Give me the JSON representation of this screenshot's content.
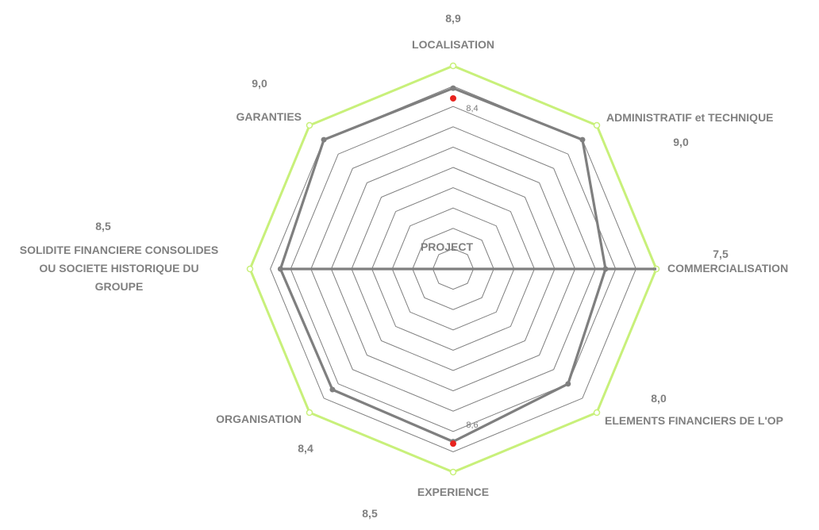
{
  "chart_data": {
    "type": "radar",
    "title": "",
    "center_label": "PROJECT",
    "axis_max": 10,
    "grid_levels": 10,
    "axes": [
      {
        "label": [
          "LOCALISATION"
        ],
        "value": 8.9
      },
      {
        "label": [
          "ADMINISTRATIF et TECHNIQUE"
        ],
        "value": 9.0
      },
      {
        "label": [
          "COMMERCIALISATION"
        ],
        "value": 7.5
      },
      {
        "label": [
          "ELEMENTS FINANCIERS DE L'OP"
        ],
        "value": 8.0
      },
      {
        "label": [
          "EXPERIENCE"
        ],
        "value": 8.5
      },
      {
        "label": [
          "ORGANISATION"
        ],
        "value": 8.4
      },
      {
        "label": [
          "SOLIDITE FINANCIERE CONSOLIDES",
          "OU SOCIETE HISTORIQUE DU",
          "GROUPE"
        ],
        "value": 8.5
      },
      {
        "label": [
          "GARANTIES"
        ],
        "value": 9.0
      }
    ],
    "score_labels": [
      "8,9",
      "9,0",
      "7,5",
      "8,0",
      "8,5",
      "8,4",
      "8,5",
      "9,0"
    ],
    "highlight_markers": [
      {
        "axis": 0,
        "value": 8.4,
        "label": "8,4"
      },
      {
        "axis": 4,
        "value": 8.6,
        "label": "8,6"
      }
    ],
    "colors": {
      "grid": "#7f7f7f",
      "series": "#7f7f7f",
      "outer": "#c8f07a",
      "marker": "#e8231e",
      "text": "#808080"
    }
  }
}
